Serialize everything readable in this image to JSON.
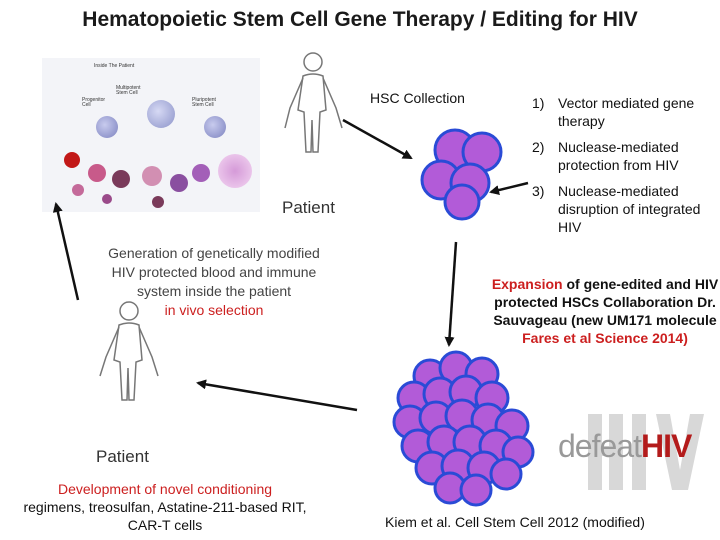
{
  "title": "Hematopoietic Stem Cell Gene Therapy / Editing for HIV",
  "inset": {
    "heading": "Inside The Patient",
    "multipotent": "Multipotent Stem Cell",
    "progenitor": "Progenitor Cell",
    "pluripotent": "Pluripotent Stem Cell"
  },
  "hsc_collection": "HSC Collection",
  "approaches": [
    {
      "num": "1)",
      "text": "Vector mediated gene therapy"
    },
    {
      "num": "2)",
      "text": "Nuclease-mediated protection from HIV"
    },
    {
      "num": "3)",
      "text": "Nuclease-mediated disruption of integrated HIV"
    }
  ],
  "patient_top": "Patient",
  "patient_bottom": "Patient",
  "generation": {
    "text": "Generation of genetically modified HIV protected blood and immune system inside the patient",
    "highlight": "in vivo selection"
  },
  "expansion": {
    "highlight1": "Expansion",
    "text1": " of gene-edited and HIV protected HSCs Collaboration Dr. Sauvageau (new UM171 molecule ",
    "highlight2": "Fares et al Science 2014)"
  },
  "development": {
    "highlight": "Development of novel conditioning",
    "text": "regimens, treosulfan, Astatine-211-based RIT, CAR-T cells"
  },
  "citation": "Kiem et al. Cell Stem Cell 2012 (modified)",
  "logo": {
    "part1": "defeat",
    "part2": "HIV"
  },
  "colors": {
    "accent_red": "#cc1f1f",
    "cell_purple": "#b25bd8",
    "cell_blue": "#2a4bd6"
  }
}
